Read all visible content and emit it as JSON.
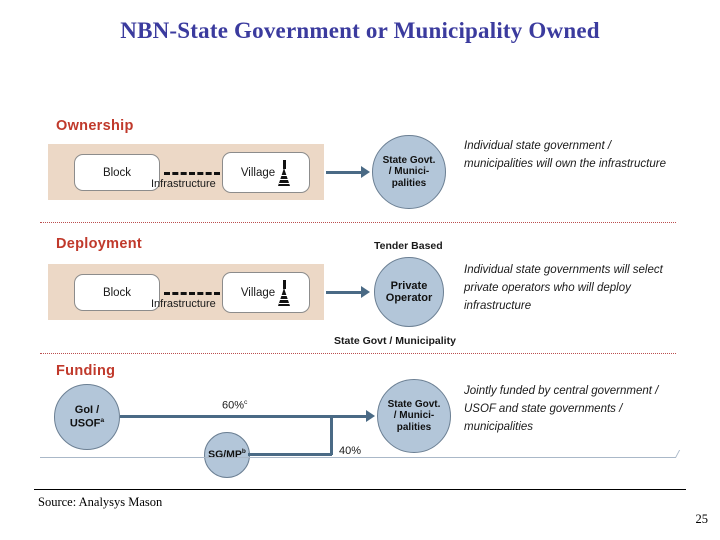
{
  "slide": {
    "title": "NBN-State Government or Municipality Owned",
    "page_number": "25",
    "source_note": "Source: Analysys Mason"
  },
  "diagram": {
    "sections": [
      {
        "id": "ownership",
        "label": "Ownership",
        "left_panel": {
          "block_label": "Block",
          "village_label": "Village",
          "link_label": "Infrastructure",
          "tower_icon": "telecom-tower-icon"
        },
        "node": {
          "caption_top": "",
          "caption_bottom": "",
          "lines": [
            "State Govt.",
            "/ Munici-",
            "palities"
          ]
        },
        "description": "Individual state government / municipalities will own the infrastructure"
      },
      {
        "id": "deployment",
        "label": "Deployment",
        "left_panel": {
          "block_label": "Block",
          "village_label": "Village",
          "link_label": "Infrastructure",
          "tower_icon": "telecom-tower-icon"
        },
        "node": {
          "caption_top": "Tender Based",
          "caption_bottom": "State Govt / Municipality",
          "lines": [
            "Private",
            "Operator"
          ]
        },
        "description": "Individual state governments will select private operators who will deploy infrastructure"
      },
      {
        "id": "funding",
        "label": "Funding",
        "node": {
          "lines": [
            "State Govt.",
            "/ Munici-",
            "palities"
          ]
        },
        "description": "Jointly funded by central government / USOF and state governments / municipalities",
        "sources": [
          {
            "name": "gol-usof",
            "line1": "GoI /",
            "line2": "USOF",
            "sup": "a",
            "share": "60%",
            "share_sup": "c"
          },
          {
            "name": "sg-mp",
            "line1": "SG/MP",
            "sup": "b",
            "share": "40%",
            "share_sup": ""
          }
        ]
      }
    ]
  },
  "colors": {
    "title": "#3b3b9e",
    "section_label": "#c0392b",
    "panel": "#ecd8c6",
    "circle": "#b3c6d9",
    "arrow": "#4a6a85",
    "divider": "#b03030"
  }
}
